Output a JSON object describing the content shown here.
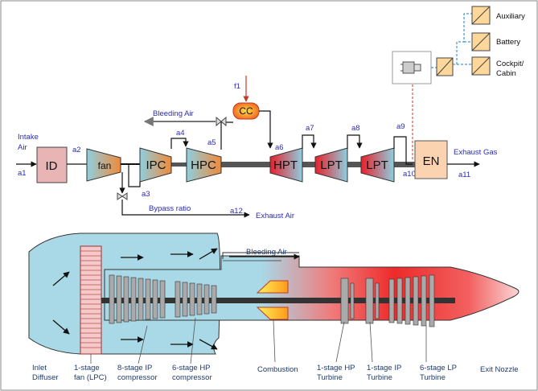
{
  "top_diagram": {
    "components": {
      "id": "ID",
      "fan": "fan",
      "ipc": "IPC",
      "hpc": "HPC",
      "cc": "CC",
      "hpt": "HPT",
      "lpt1": "LPT",
      "lpt2": "LPT",
      "en": "EN"
    },
    "stations": [
      "a1",
      "a2",
      "a3",
      "a4",
      "a5",
      "a6",
      "a7",
      "a8",
      "a9",
      "a10",
      "a11",
      "a12",
      "f1"
    ],
    "labels": {
      "intake_line1": "Intake",
      "intake_line2": "Air",
      "bleeding_air": "Bleeding Air",
      "bypass_ratio": "Bypass ratio",
      "exhaust_air": "Exhaust Air",
      "exhaust_gas": "Exhaust Gas",
      "auxiliary": "Auxiliary",
      "battery": "Battery",
      "cockpit_line1": "Cockpit/",
      "cockpit_line2": "Cabin"
    }
  },
  "bottom_diagram": {
    "bleeding_air": "Bleeding Air",
    "labels": {
      "inlet_line1": "Inlet",
      "inlet_line2": "Diffuser",
      "fan_line1": "1-stage",
      "fan_line2": "fan (LPC)",
      "ipc_line1": "8-stage IP",
      "ipc_line2": "compressor",
      "hpc_line1": "6-stage HP",
      "hpc_line2": "compressor",
      "combustion": "Combustion",
      "hpt_line1": "1-stage HP",
      "hpt_line2": "Turbine",
      "ipt_line1": "1-stage IP",
      "ipt_line2": "Turbine",
      "lpt_line1": "6-stage LP",
      "lpt_line2": "Turbine",
      "nozzle": "Exit Nozzle"
    }
  },
  "colors": {
    "compressor_blue": "#8ecfe0",
    "turbine_red": "#e8202a",
    "combustor_orange": "#f5a623",
    "label_blue": "#2b2bb8",
    "dashed_blue": "#1a7fc0",
    "dashed_red": "#c0392b"
  }
}
